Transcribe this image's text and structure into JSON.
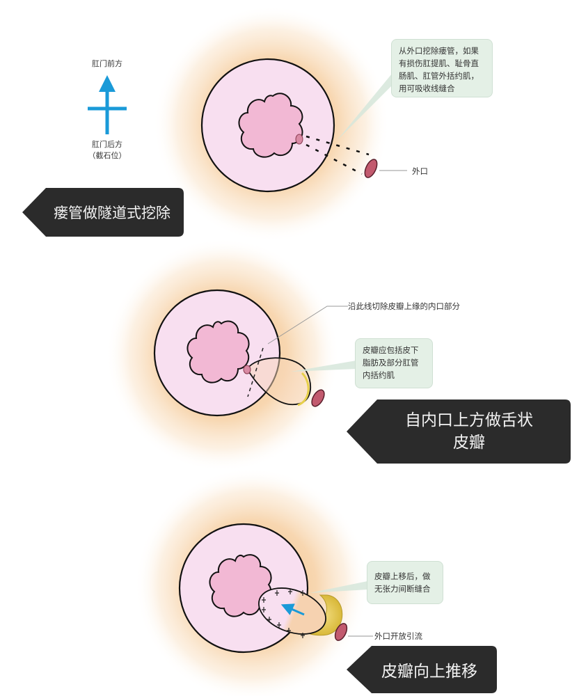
{
  "orientation": {
    "top_label": "肛门前方",
    "bottom_label": "肛门后方",
    "bottom_sublabel": "（截石位）",
    "arrow_color": "#1a9ad8"
  },
  "panel1": {
    "callout": "从外口挖除瘘管，如果有损伤肛提肌、耻骨直肠肌、肛管外括约肌，用可吸收线缝合",
    "external_opening_label": "外口",
    "banner": "瘘管做隧道式挖除"
  },
  "panel2": {
    "line_label": "沿此线切除皮瓣上缘的内口部分",
    "callout": "皮瓣应包括皮下脂肪及部分肛管内括约肌",
    "banner_line1": "自内口上方做舌状",
    "banner_line2": "皮瓣"
  },
  "panel3": {
    "callout": "皮瓣上移后，做无张力间断缝合",
    "external_opening_label": "外口开放引流",
    "banner": "皮瓣向上推移"
  },
  "colors": {
    "halo": "#f3c48e",
    "anal_canal": "#f8dff0",
    "mucosa": "#f2b5d2",
    "opening": "#c25a6e",
    "flap_fat": "#e6c84a",
    "banner_bg": "#2b2b2b",
    "callout_bg": "#e4f0e6"
  }
}
